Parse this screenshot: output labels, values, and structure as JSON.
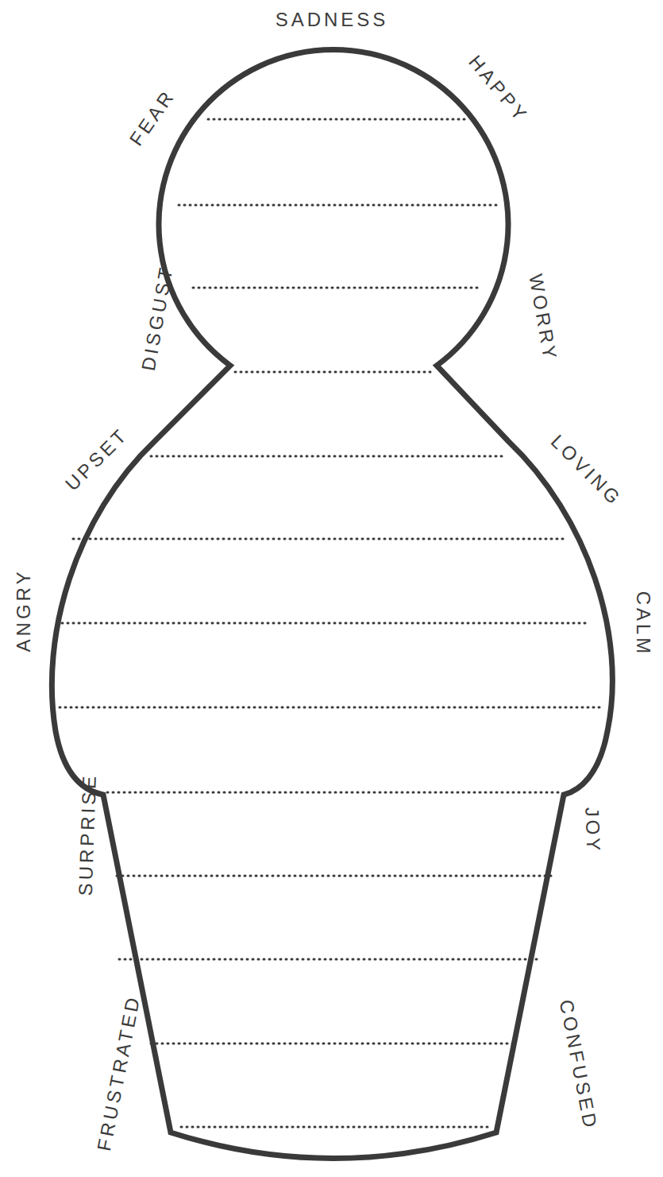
{
  "diagram": {
    "labels": [
      "SADNESS",
      "FEAR",
      "HAPPY",
      "DISGUST",
      "WORRY",
      "UPSET",
      "LOVING",
      "ANGRY",
      "CALM",
      "SURPRISE",
      "JOY",
      "FRUSTRATED",
      "CONFUSED"
    ]
  }
}
